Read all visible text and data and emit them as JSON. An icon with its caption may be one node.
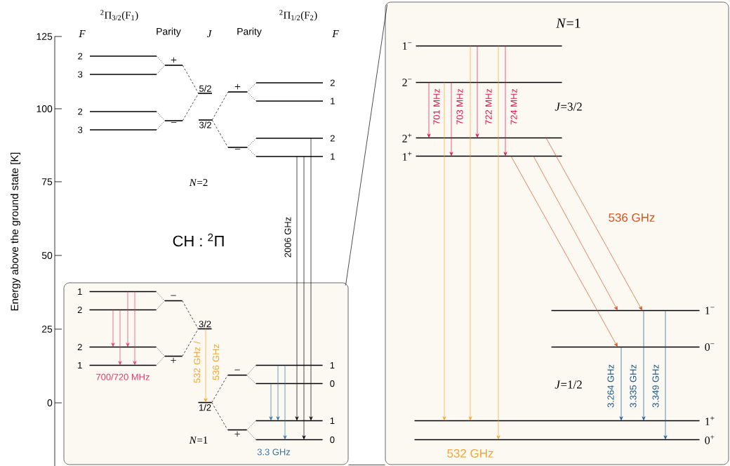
{
  "diagram": {
    "nodes": [
      {
        "text": [
          "2"
        ]
      },
      {
        "text": [
          "3"
        ]
      },
      {
        "text": [
          "2"
        ]
      },
      {
        "text": [
          "3"
        ]
      },
      {
        "text": [
          "+"
        ]
      },
      {
        "text": [
          "−"
        ]
      },
      {
        "text": [
          "5/2"
        ]
      },
      {
        "text": [
          "3/2"
        ]
      },
      {
        "text": [
          "+"
        ]
      },
      {
        "text": [
          "−"
        ]
      },
      {
        "text": [
          "2"
        ]
      },
      {
        "text": [
          "1"
        ]
      },
      {
        "text": [
          "2"
        ]
      },
      {
        "text": [
          "1"
        ]
      },
      {
        "text": [],
        "shape": "box"
      },
      {
        "text": [
          "1"
        ],
        "in": 14
      },
      {
        "text": [
          "2"
        ],
        "in": 14
      },
      {
        "text": [
          "2"
        ],
        "in": 14
      },
      {
        "text": [
          "1"
        ],
        "in": 14
      },
      {
        "text": [
          "−"
        ],
        "in": 14
      },
      {
        "text": [
          "+"
        ],
        "in": 14
      },
      {
        "text": [
          "3/2"
        ],
        "in": 14
      },
      {
        "text": [
          "1/2"
        ],
        "in": 14
      },
      {
        "text": [
          "−"
        ],
        "in": 14
      },
      {
        "text": [
          "+"
        ],
        "in": 14
      },
      {
        "text": [
          "1"
        ],
        "in": 14
      },
      {
        "text": [
          "0"
        ],
        "in": 14
      },
      {
        "text": [
          "1"
        ],
        "in": 14
      },
      {
        "text": [
          "0"
        ],
        "in": 14
      },
      {
        "text": [],
        "shape": "box"
      },
      {
        "text": [
          "1$^{−}$"
        ],
        "in": 29
      },
      {
        "text": [
          "2$^{−}$"
        ],
        "in": 29
      },
      {
        "text": [
          "2$^{+}$"
        ],
        "in": 29
      },
      {
        "text": [
          "1$^{+}$"
        ],
        "in": 29
      },
      {
        "text": [
          "1$^{−}$"
        ],
        "in": 29
      },
      {
        "text": [
          "0$^{−}$"
        ],
        "in": 29
      },
      {
        "text": [
          "1$^{+}$"
        ],
        "in": 29
      },
      {
        "text": [
          "0$^{+}$"
        ],
        "in": 29
      }
    ],
    "edges": [
      {
        "from": 0,
        "to": 4,
        "arrow": "none",
        "style": "dashed"
      },
      {
        "from": 1,
        "to": 4,
        "arrow": "none",
        "style": "dashed"
      },
      {
        "from": 2,
        "to": 5,
        "arrow": "none",
        "style": "dashed"
      },
      {
        "from": 3,
        "to": 5,
        "arrow": "none",
        "style": "dashed"
      },
      {
        "from": 4,
        "to": 6,
        "arrow": "none",
        "style": "dashed"
      },
      {
        "from": 5,
        "to": 6,
        "arrow": "none",
        "style": "dashed"
      },
      {
        "from": 7,
        "to": 8,
        "arrow": "none",
        "style": "dashed"
      },
      {
        "from": 7,
        "to": 9,
        "arrow": "none",
        "style": "dashed"
      },
      {
        "from": 8,
        "to": 10,
        "arrow": "none",
        "style": "dashed"
      },
      {
        "from": 8,
        "to": 11,
        "arrow": "none",
        "style": "dashed"
      },
      {
        "from": 9,
        "to": 12,
        "arrow": "none",
        "style": "dashed"
      },
      {
        "from": 9,
        "to": 13,
        "arrow": "none",
        "style": "dashed"
      },
      {
        "from": 15,
        "to": 19,
        "arrow": "none",
        "style": "dashed"
      },
      {
        "from": 16,
        "to": 19,
        "arrow": "none",
        "style": "dashed"
      },
      {
        "from": 17,
        "to": 20,
        "arrow": "none",
        "style": "dashed"
      },
      {
        "from": 18,
        "to": 20,
        "arrow": "none",
        "style": "dashed"
      },
      {
        "from": 19,
        "to": 21,
        "arrow": "none",
        "style": "dashed"
      },
      {
        "from": 20,
        "to": 21,
        "arrow": "none",
        "style": "dashed"
      },
      {
        "from": 22,
        "to": 23,
        "arrow": "none",
        "style": "dashed"
      },
      {
        "from": 22,
        "to": 24,
        "arrow": "none",
        "style": "dashed"
      },
      {
        "from": 23,
        "to": 25,
        "arrow": "none",
        "style": "dashed"
      },
      {
        "from": 23,
        "to": 26,
        "arrow": "none",
        "style": "dashed"
      },
      {
        "from": 24,
        "to": 27,
        "arrow": "none",
        "style": "dashed"
      },
      {
        "from": 24,
        "to": 28,
        "arrow": "none",
        "style": "dashed"
      },
      {
        "from": 13,
        "to": 27,
        "arrow": "to",
        "label": "2006 GHz"
      },
      {
        "from": 13,
        "to": 28,
        "arrow": "to"
      },
      {
        "from": 12,
        "to": 27,
        "arrow": "to"
      },
      {
        "from": 16,
        "to": 17,
        "arrow": "to",
        "color": "#e8386b"
      },
      {
        "from": 16,
        "to": 18,
        "arrow": "to",
        "color": "#e8386b"
      },
      {
        "from": 15,
        "to": 17,
        "arrow": "to",
        "color": "#e8386b"
      },
      {
        "from": 15,
        "to": 18,
        "arrow": "to",
        "color": "#e8386b"
      },
      {
        "from": 21,
        "to": 22,
        "arrow": "to",
        "label": "532 GHz / 536 GHz",
        "color": "#f3a431"
      },
      {
        "from": 26,
        "to": 27,
        "arrow": "to",
        "color": "#3573a0"
      },
      {
        "from": 25,
        "to": 27,
        "arrow": "to",
        "color": "#3573a0"
      },
      {
        "from": 25,
        "to": 28,
        "arrow": "to",
        "color": "#3573a0"
      },
      {
        "from": 14,
        "to": 29,
        "arrow": "none"
      },
      {
        "from": 14,
        "to": 29,
        "arrow": "none"
      },
      {
        "from": 31,
        "to": 32,
        "arrow": "to",
        "label": "701 MHz",
        "color": "#e0144c"
      },
      {
        "from": 31,
        "to": 33,
        "arrow": "to",
        "label": "703 MHz",
        "color": "#e0144c"
      },
      {
        "from": 30,
        "to": 32,
        "arrow": "to",
        "label": "722 MHz",
        "color": "#e0144c"
      },
      {
        "from": 30,
        "to": 33,
        "arrow": "to",
        "label": "724 MHz",
        "color": "#e0144c"
      },
      {
        "from": 31,
        "to": 36,
        "arrow": "to",
        "color": "#f3a431"
      },
      {
        "from": 30,
        "to": 36,
        "arrow": "to",
        "color": "#f3a431"
      },
      {
        "from": 30,
        "to": 37,
        "arrow": "to",
        "color": "#f3a431"
      },
      {
        "from": 33,
        "to": 35,
        "arrow": "to",
        "color": "#d9531e"
      },
      {
        "from": 33,
        "to": 34,
        "arrow": "to",
        "color": "#d9531e"
      },
      {
        "from": 32,
        "to": 34,
        "arrow": "to",
        "color": "#d9531e"
      },
      {
        "from": 35,
        "to": 36,
        "arrow": "to",
        "label": "3.264 GHz",
        "color": "#1b5a8f"
      },
      {
        "from": 34,
        "to": 36,
        "arrow": "to",
        "label": "3.335 GHz",
        "color": "#1b5a8f"
      },
      {
        "from": 34,
        "to": 37,
        "arrow": "to",
        "label": "3.349 GHz",
        "color": "#1b5a8f"
      }
    ],
    "labels": [
      "$^{2}$Π$_{3/2}$(F$_{1}$)",
      "$^{2}$Π$_{1/2}$(F$_{2}$)",
      "F",
      "Parity",
      "J",
      "Parity",
      "F",
      "125",
      "100",
      "75",
      "50",
      "25",
      "0",
      "Energy above the ground state [K]",
      "*N*=2",
      "CH : $^{2}$Π",
      "700/720 MHz",
      "*N*=1",
      "3.3 GHz",
      "*N*=1",
      "*J*=3/2",
      "536 GHz",
      "*J*=1/2",
      "532 GHz"
    ]
  }
}
